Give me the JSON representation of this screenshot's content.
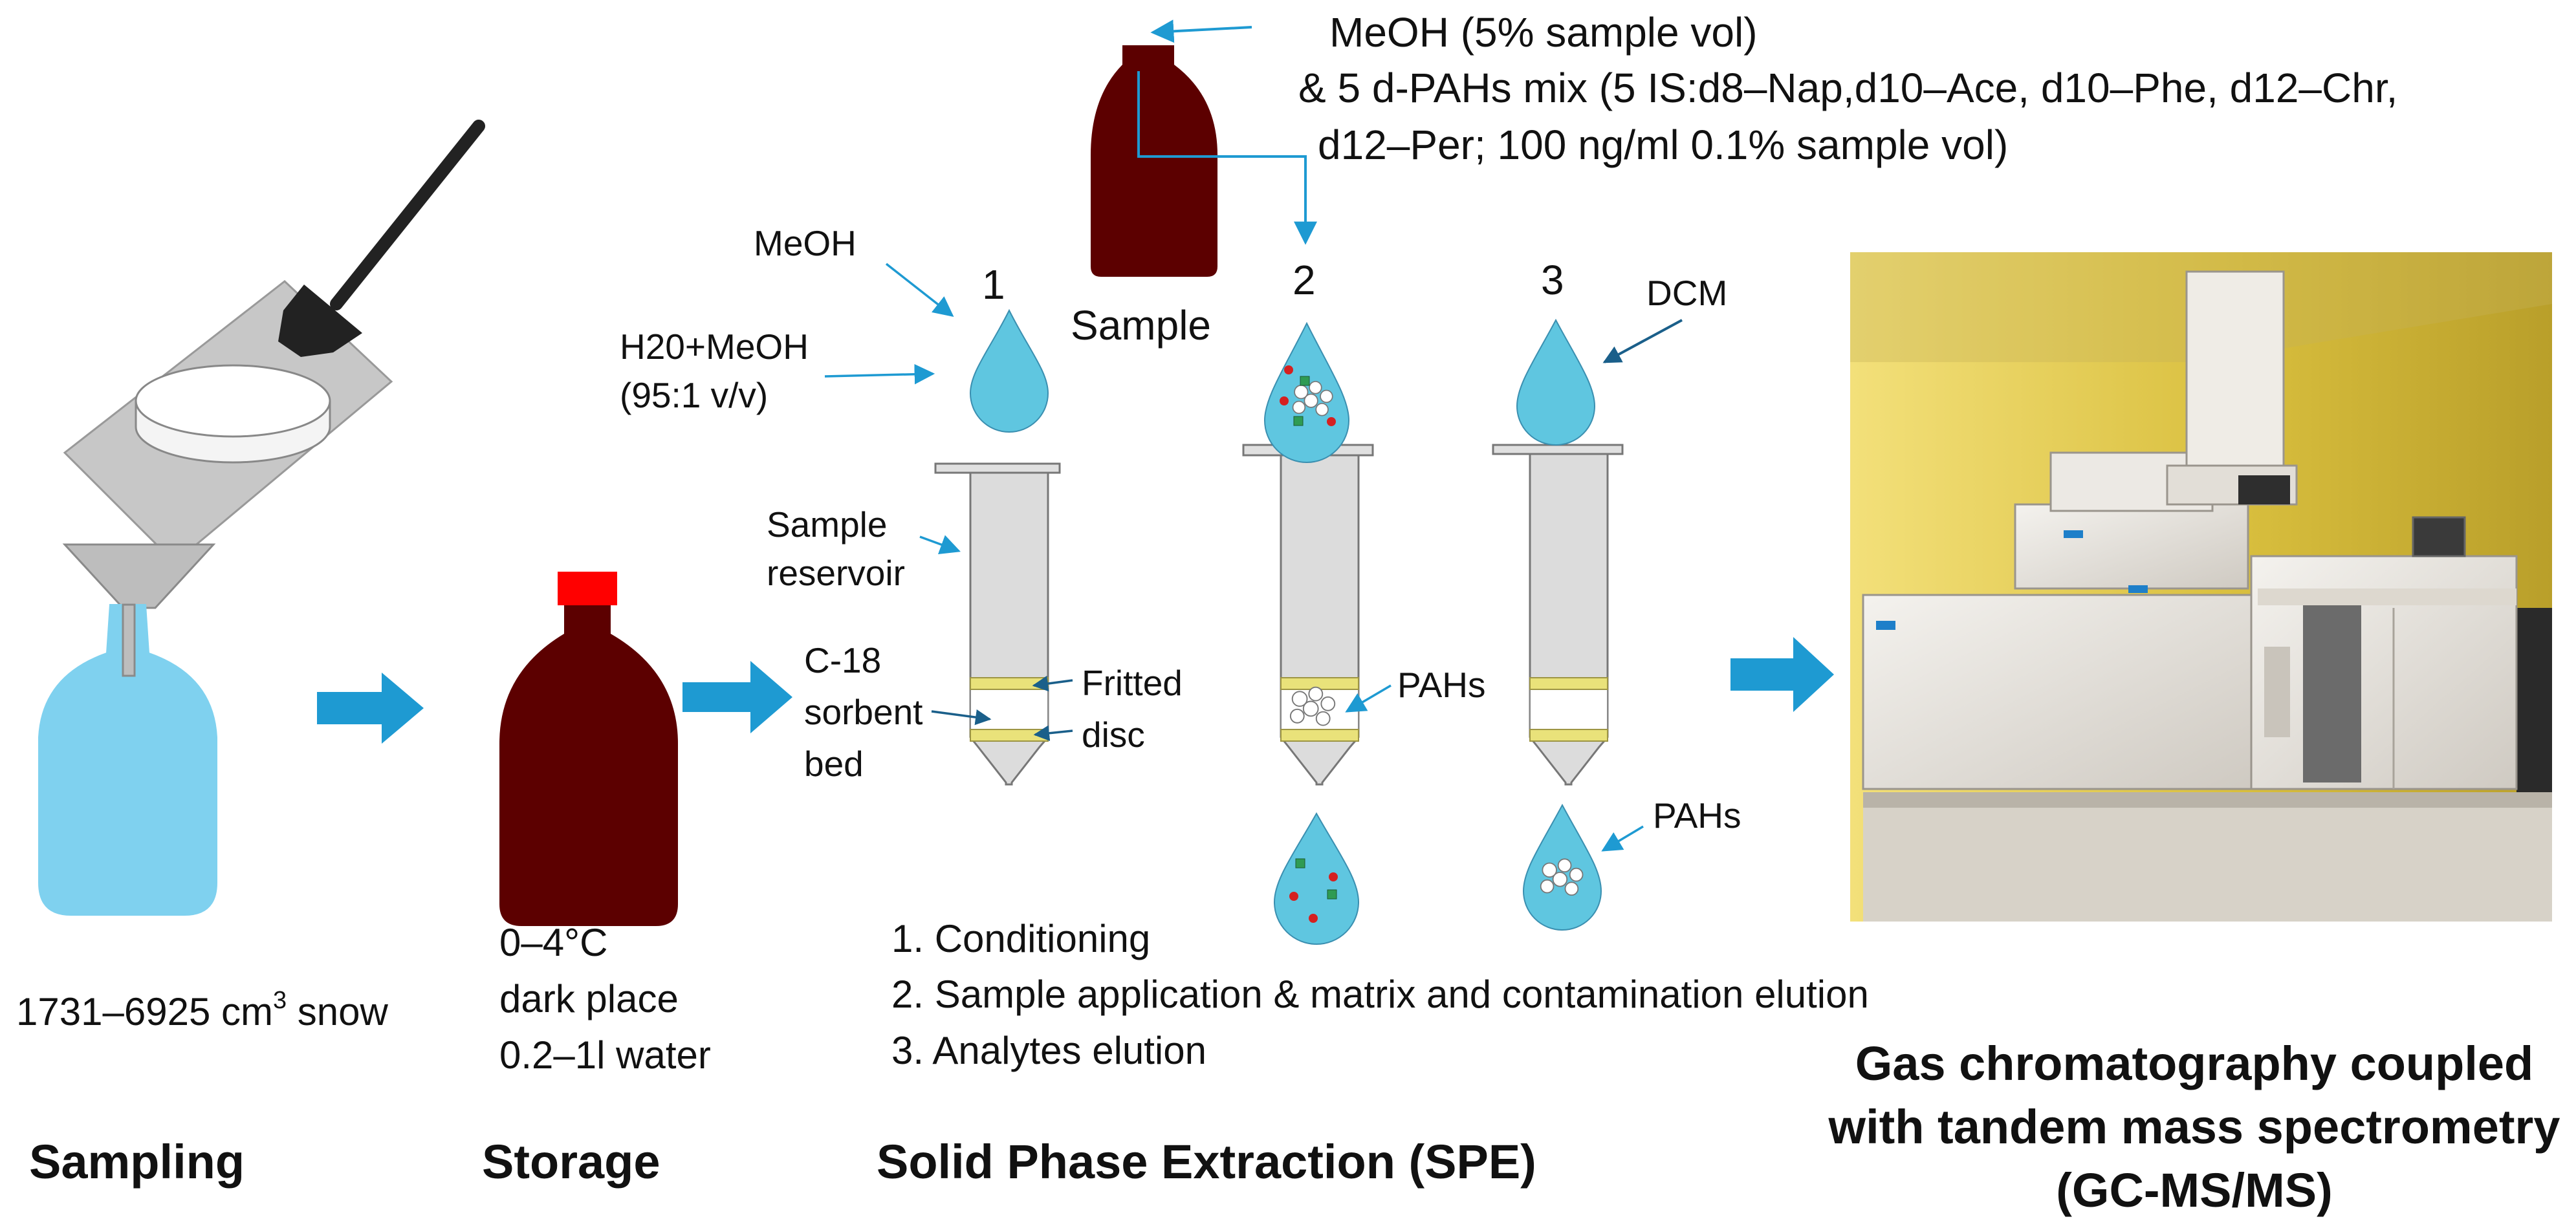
{
  "top_note": {
    "line1": "MeOH (5% sample vol)",
    "line2": "& 5 d-PAHs mix (5 IS:d8–Nap,d10–Ace, d10–Phe, d12–Chr,",
    "line3": "d12–Per;  100 ng/ml 0.1% sample vol)"
  },
  "labels": {
    "sample": "Sample",
    "meoh": "MeOH",
    "h2o_meoh_1": "H20+MeOH",
    "h2o_meoh_2": "(95:1 v/v)",
    "reservoir_1": "Sample",
    "reservoir_2": "reservoir",
    "c18_1": "C-18",
    "c18_2": "sorbent",
    "c18_3": "bed",
    "fritted_1": "Fritted",
    "fritted_2": "disc",
    "pahs_mid": "PAHs",
    "pahs_out": "PAHs",
    "dcm": "DCM",
    "snow_volume": "1731–6925 cm",
    "snow_sup": "3",
    "snow_word": " snow",
    "storage_1": "0–4°C",
    "storage_2": "dark place",
    "storage_3": "0.2–1l water"
  },
  "steps": {
    "n1": "1",
    "n2": "2",
    "n3": "3",
    "list1": "1. Conditioning",
    "list2": "2. Sample application & matrix and contamination elution",
    "list3": "3. Analytes elution"
  },
  "stages": {
    "sampling": "Sampling",
    "storage": "Storage",
    "spe": "Solid Phase Extraction  (SPE)",
    "gc_1": "Gas chromatography coupled",
    "gc_2": "with tandem mass spectrometry",
    "gc_3": "(GC-MS/MS)"
  },
  "colors": {
    "water_blue": "#5fc6e0",
    "bottle_brown": "#5c0000",
    "arrow_blue": "#1e9ad2",
    "frit_yellow": "#e9e27a",
    "cap_red": "#ff0000"
  }
}
